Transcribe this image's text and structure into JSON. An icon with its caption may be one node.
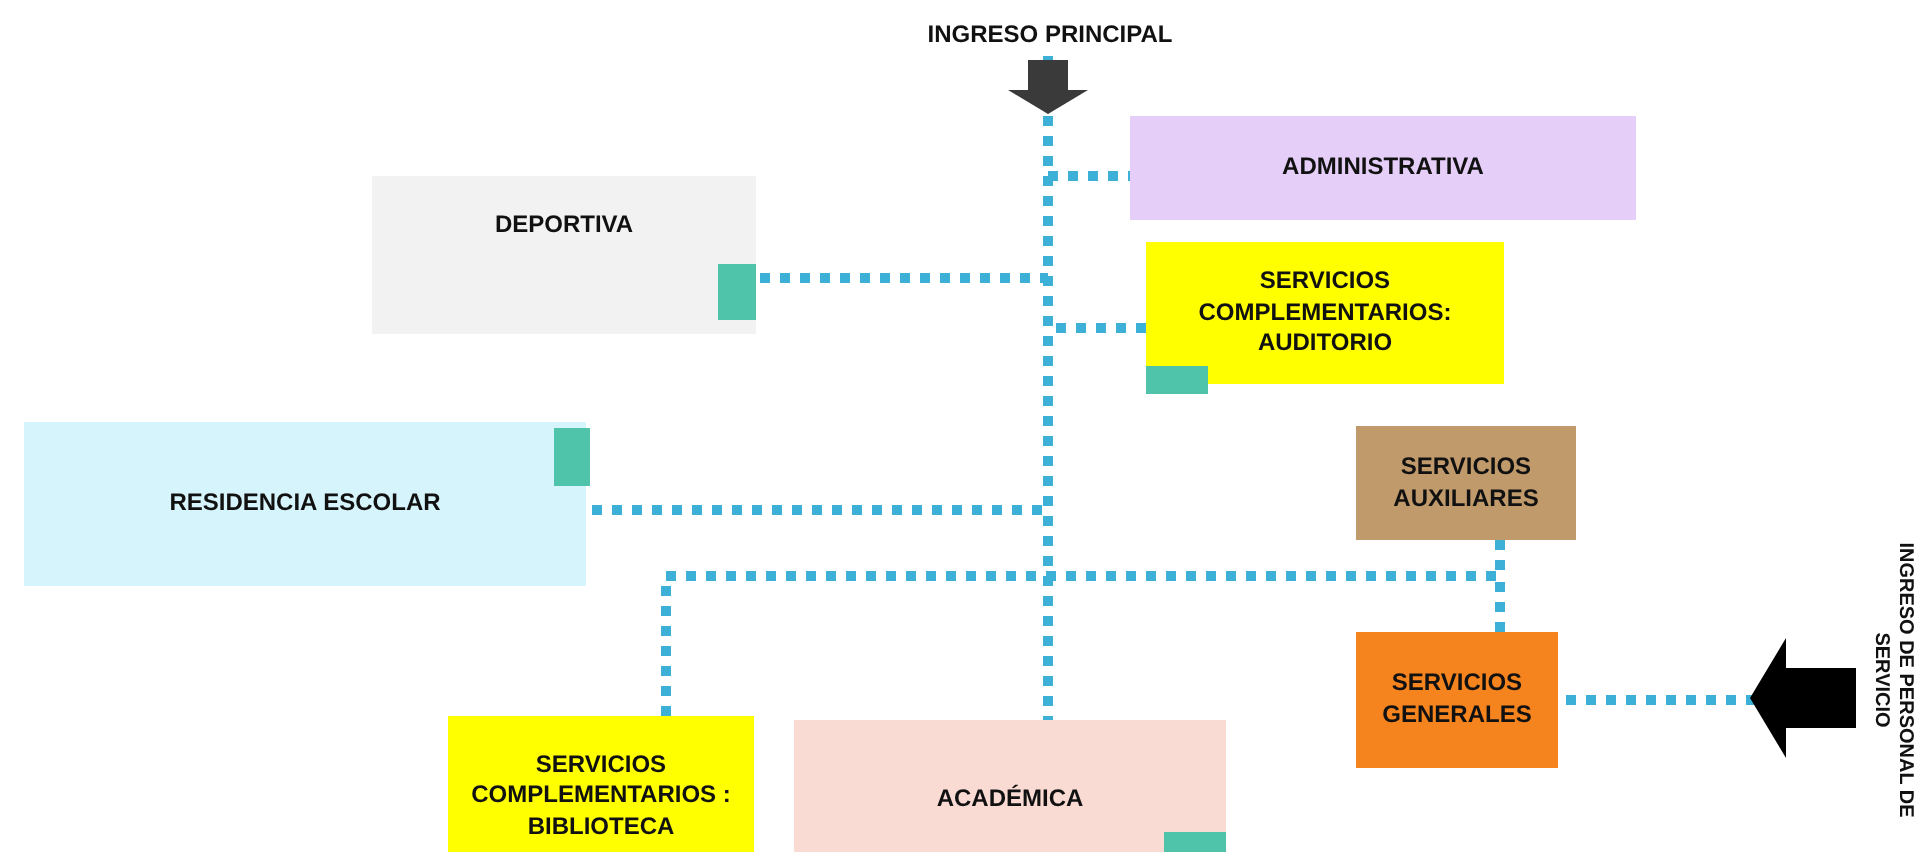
{
  "diagram": {
    "nodes": [
      {
        "text": [
          "INGRESO PRINCIPAL"
        ]
      },
      {
        "text": [
          "ADMINISTRATIVA"
        ]
      },
      {
        "text": [
          "DEPORTIVA"
        ]
      },
      {
        "text": [
          "SERVICIOS COMPLEMENTARIOS: AUDITORIO"
        ]
      },
      {
        "text": [
          "SERVICIOS AUXILIARES"
        ]
      },
      {
        "text": [
          "RESIDENCIA ESCOLAR"
        ]
      },
      {
        "text": [
          "SERVICIOS GENERALES"
        ]
      },
      {
        "text": [
          "INGRESO DE PERSONAL DE SERVICIO"
        ]
      },
      {
        "text": [
          "SERVICIOS COMPLEMENTARIOS : BIBLIOTECA"
        ]
      },
      {
        "text": [
          "ACADÉMICA"
        ]
      }
    ],
    "edges": [
      {
        "from": 0,
        "to": null,
        "arrow": "to",
        "style": "thick",
        "color": "#3a3a3a"
      },
      {
        "from": 0,
        "to": 1,
        "arrow": "none",
        "style": "dashed"
      },
      {
        "from": 0,
        "to": 2,
        "arrow": "none",
        "style": "dashed"
      },
      {
        "from": 0,
        "to": 3,
        "arrow": "none",
        "style": "dashed"
      },
      {
        "from": 0,
        "to": 5,
        "arrow": "none",
        "style": "dashed"
      },
      {
        "from": 0,
        "to": 9,
        "arrow": "none",
        "style": "dashed"
      },
      {
        "from": 8,
        "to": 4,
        "arrow": "none",
        "style": "dashed"
      },
      {
        "from": 8,
        "to": 6,
        "arrow": "none",
        "style": "dashed"
      },
      {
        "from": 7,
        "to": 6,
        "arrow": "none",
        "style": "dashed"
      },
      {
        "from": 7,
        "to": null,
        "arrow": "to",
        "style": "thick",
        "color": "#000000"
      }
    ]
  }
}
